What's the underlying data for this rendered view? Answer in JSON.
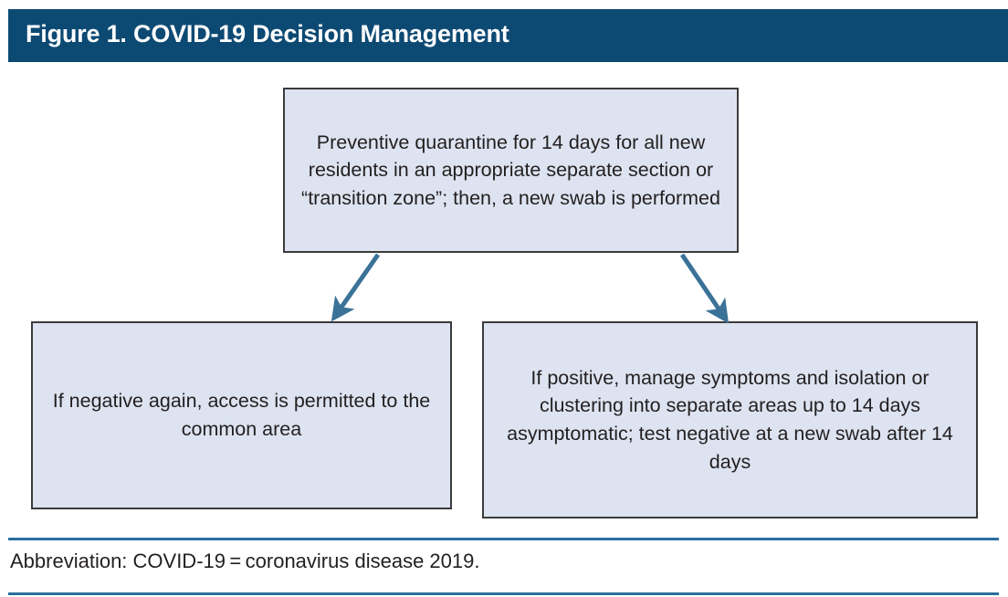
{
  "figure": {
    "title": "Figure 1. COVID-19 Decision Management",
    "title_bar_color": "#0d4a73",
    "title_text_color": "#ffffff"
  },
  "diagram_data": {
    "type": "flowchart",
    "box_fill_color": "#dde3f0",
    "box_border_color": "#3b3b3b",
    "arrow_color": "#3a7298",
    "nodes": [
      {
        "id": "top",
        "text": "Preventive quarantine for 14 days for all new residents in an appropriate separate section or “transition zone”; then, a new swab is performed"
      },
      {
        "id": "left",
        "text": "If negative again, access is permitted to the common area"
      },
      {
        "id": "right",
        "text": "If positive, manage symptoms and isolation or clustering into separate areas up to 14 days asymptomatic; test negative at a new swab after 14 days"
      }
    ],
    "edges": [
      {
        "from": "top",
        "to": "left",
        "label": ""
      },
      {
        "from": "top",
        "to": "right",
        "label": ""
      }
    ]
  },
  "footnote": {
    "text": "Abbreviation: COVID-19 = coronavirus disease 2019.",
    "rule_color": "#2a6f9e"
  }
}
